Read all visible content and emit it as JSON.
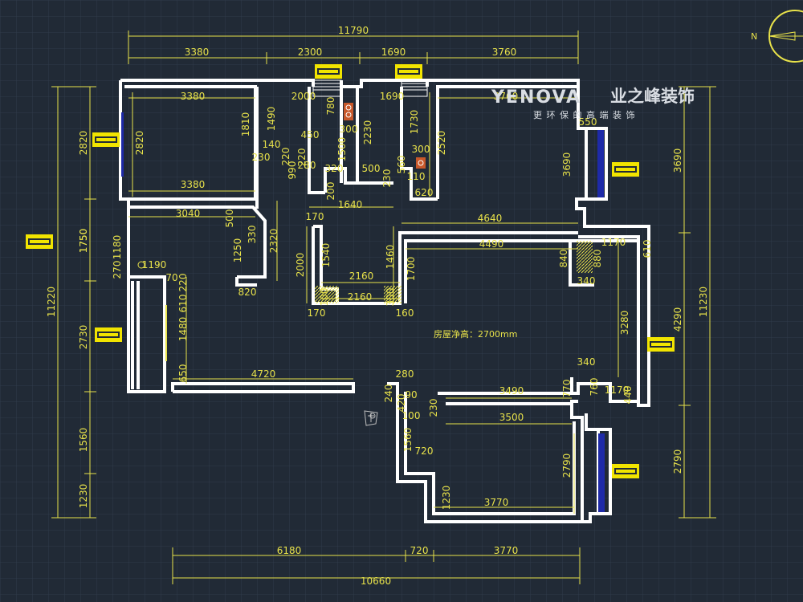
{
  "brand": {
    "logo_text": "YENOVA",
    "name_cn": "业之峰装饰",
    "slogan": "更 环 保 的 高 端 装 饰"
  },
  "compass": {
    "label": "N"
  },
  "room_note": "房屋净高：2700mm",
  "colors": {
    "background": "#212a36",
    "grid": "#2f3b4a",
    "dimension": "#e8e24a",
    "wall": "#ffffff",
    "window": "#1e2aa8"
  },
  "dimensions": {
    "top": {
      "total": "11790",
      "segments": [
        "3380",
        "2300",
        "1690",
        "3760"
      ]
    },
    "bottom": {
      "total": "10660",
      "segments": [
        "6180",
        "720",
        "3770"
      ]
    },
    "left_outer": {
      "total": "11220",
      "segments": [
        "2820",
        "1750",
        "2730",
        "1560",
        "1230"
      ]
    },
    "right_outer": {
      "total": "11230",
      "segments": [
        "3690",
        "4290",
        "2790"
      ]
    },
    "interior": [
      "3380",
      "2000",
      "1690",
      "3760",
      "2820",
      "3380",
      "1810",
      "1490",
      "780",
      "300",
      "2230",
      "1730",
      "2520",
      "550",
      "3690",
      "140",
      "450",
      "230",
      "220",
      "280",
      "990",
      "220",
      "1500",
      "320",
      "500",
      "560",
      "300",
      "110",
      "230",
      "200",
      "620",
      "1640",
      "3040",
      "500",
      "330",
      "2320",
      "170",
      "4640",
      "1750",
      "1180",
      "1190",
      "270",
      "1250",
      "2000",
      "1540",
      "2160",
      "1460",
      "1700",
      "4490",
      "840",
      "880",
      "1170",
      "610",
      "340",
      "820",
      "2160",
      "160",
      "300",
      "100",
      "170",
      "220",
      "70",
      "610",
      "1480",
      "650",
      "4720",
      "3280",
      "280",
      "240",
      "90",
      "420",
      "230",
      "100",
      "3490",
      "770",
      "760",
      "1170",
      "440",
      "340",
      "3500",
      "1560",
      "720",
      "2790",
      "1230",
      "3770"
    ]
  }
}
